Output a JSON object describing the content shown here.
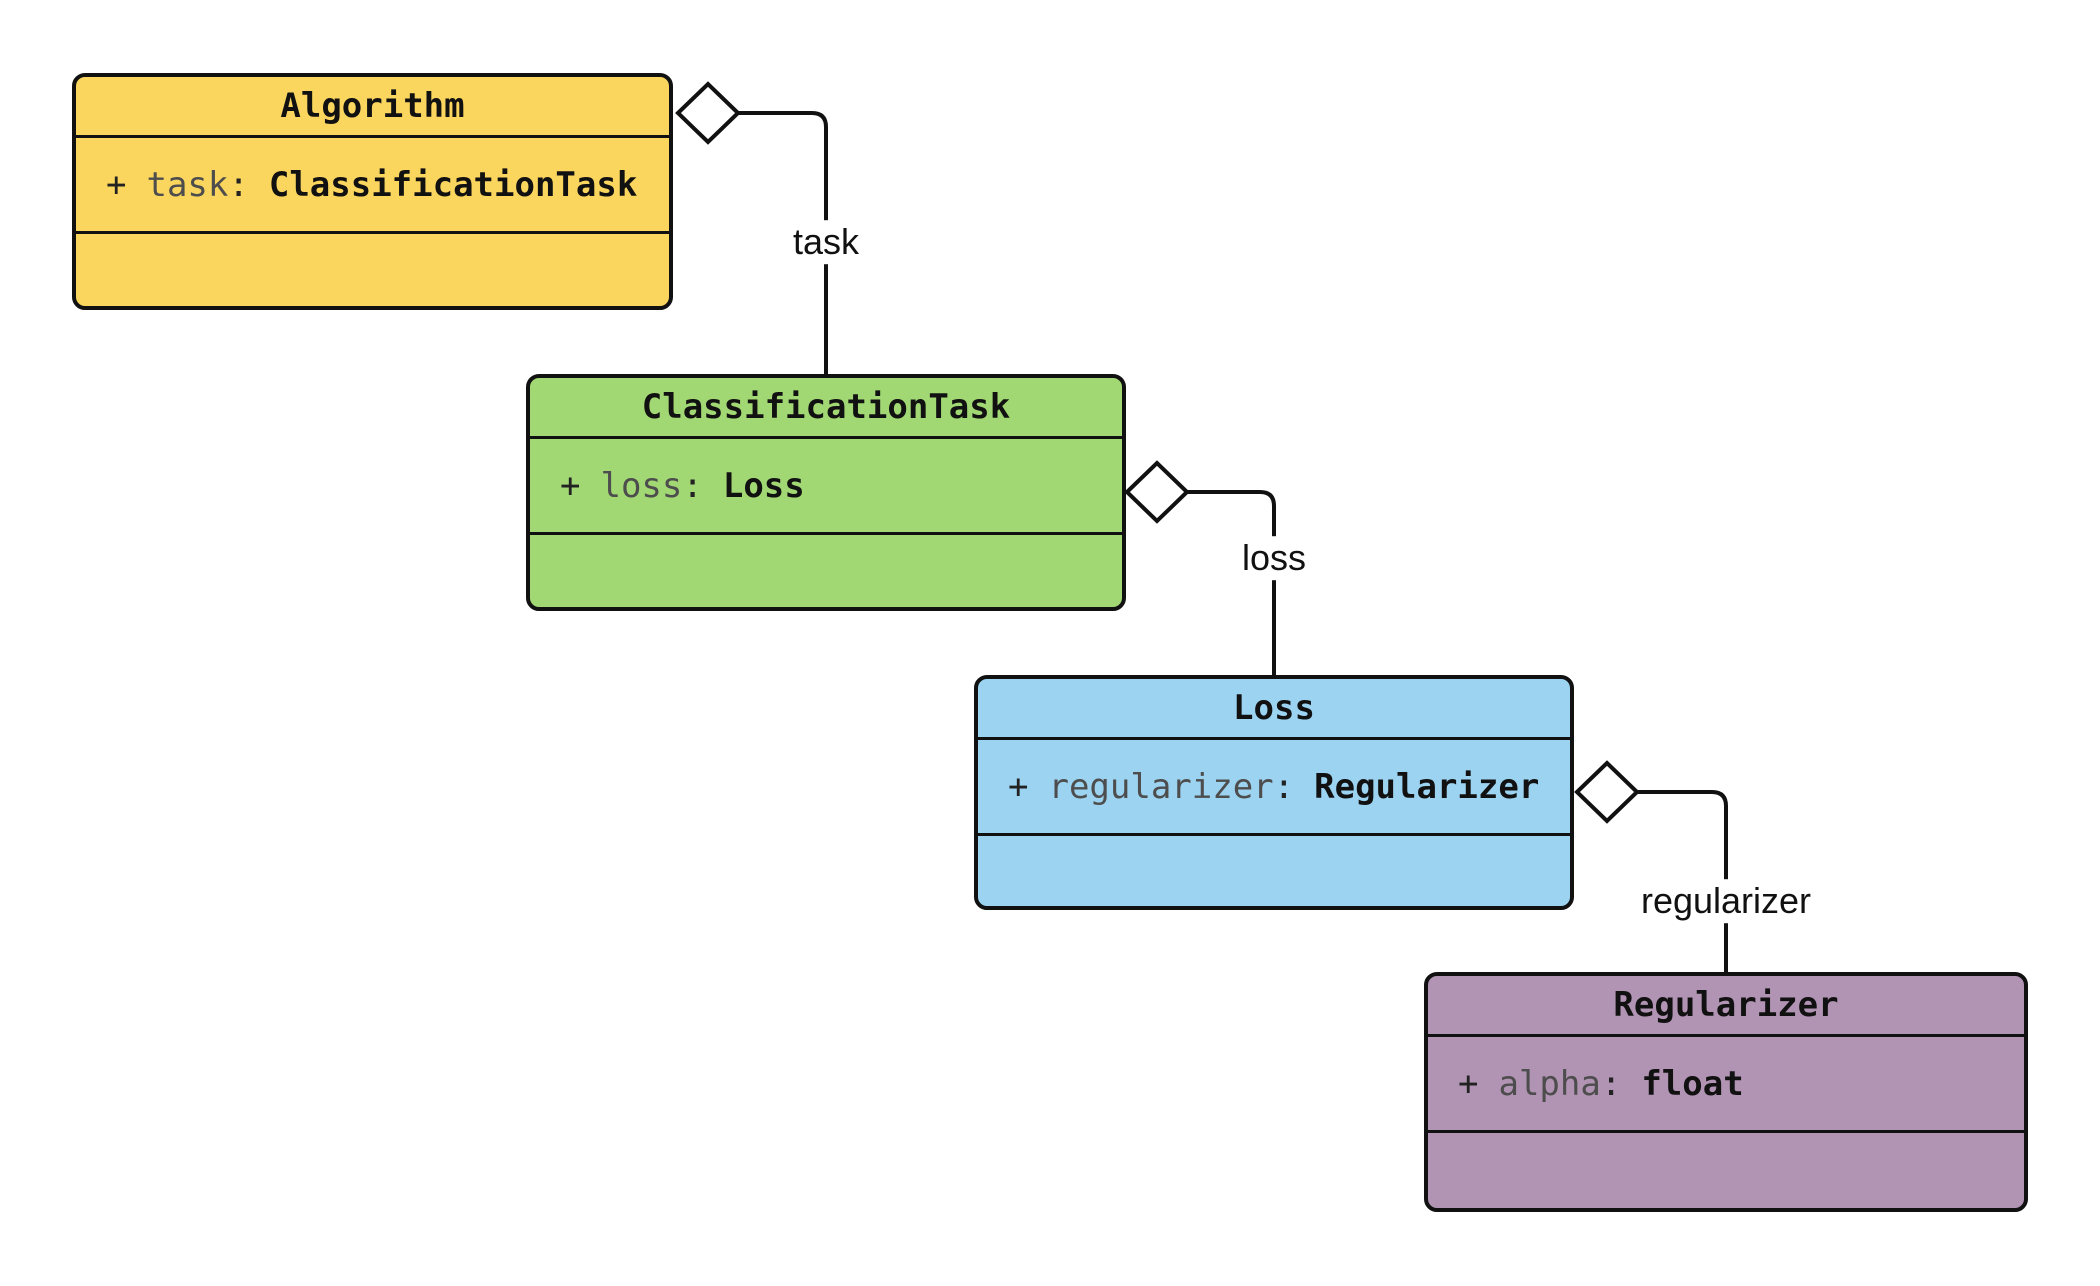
{
  "diagram": {
    "type": "uml-class-diagram",
    "classes": [
      {
        "name": "Algorithm",
        "fill": "#FBD65E",
        "attribute": {
          "visibility": "+",
          "name": "task",
          "colon": ":",
          "type": "ClassificationTask"
        }
      },
      {
        "name": "ClassificationTask",
        "fill": "#A2D874",
        "attribute": {
          "visibility": "+",
          "name": "loss",
          "colon": ":",
          "type": "Loss"
        }
      },
      {
        "name": "Loss",
        "fill": "#9CD3F1",
        "attribute": {
          "visibility": "+",
          "name": "regularizer",
          "colon": ":",
          "type": "Regularizer"
        }
      },
      {
        "name": "Regularizer",
        "fill": "#B193B3",
        "attribute": {
          "visibility": "+",
          "name": "alpha",
          "colon": ":",
          "type": "float"
        }
      }
    ],
    "relationships": [
      {
        "kind": "aggregation",
        "from": "Algorithm",
        "to": "ClassificationTask",
        "label": "task"
      },
      {
        "kind": "aggregation",
        "from": "ClassificationTask",
        "to": "Loss",
        "label": "loss"
      },
      {
        "kind": "aggregation",
        "from": "Loss",
        "to": "Regularizer",
        "label": "regularizer"
      }
    ],
    "colors": {
      "border": "#111111",
      "line": "#111111",
      "attribute_name_gray": "#4d4d4d",
      "diamond_fill": "#ffffff",
      "background": "#ffffff"
    }
  }
}
